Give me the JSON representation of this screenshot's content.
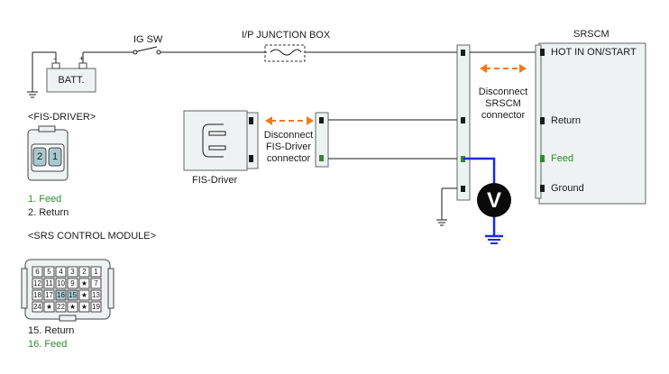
{
  "labels": {
    "ig_sw": "IG SW",
    "junction_box": "I/P JUNCTION BOX",
    "battery": "BATT.",
    "srscm_title": "SRSCM",
    "fis_driver_component": "FIS-Driver",
    "disconnect_fis_1": "Disconnect",
    "disconnect_fis_2": "FIS-Driver",
    "disconnect_fis_3": "connector",
    "disconnect_srscm_1": "Disconnect",
    "disconnect_srscm_2": "SRSCM",
    "disconnect_srscm_3": "connector",
    "voltmeter": "V"
  },
  "srscm_pins": [
    {
      "label": "HOT IN ON/START"
    },
    {
      "label": "Return"
    },
    {
      "label": "Feed"
    },
    {
      "label": "Ground"
    }
  ],
  "fis_driver_connector": {
    "title": "<FIS-DRIVER>",
    "pins": [
      "2",
      "1"
    ],
    "legend": [
      {
        "text": "1. Feed"
      },
      {
        "text": "2. Return"
      }
    ]
  },
  "srs_module_connector": {
    "title": "<SRS CONTROL MODULE>",
    "rows": [
      [
        "6",
        "5",
        "4",
        "3",
        "2",
        "1"
      ],
      [
        "12",
        "11",
        "10",
        "9",
        "★",
        "7"
      ],
      [
        "18",
        "17",
        "16",
        "15",
        "★",
        "13"
      ],
      [
        "24",
        "★",
        "22",
        "★",
        "★",
        "19"
      ]
    ],
    "legend": [
      {
        "text": "15. Return"
      },
      {
        "text": "16. Feed"
      }
    ]
  },
  "colors": {
    "wire": "#1a1a1a",
    "feed": "#2e8b2e",
    "meter_lead": "#1d2bd6",
    "arrow": "#f07b1a",
    "panel": "#eef2f2"
  }
}
